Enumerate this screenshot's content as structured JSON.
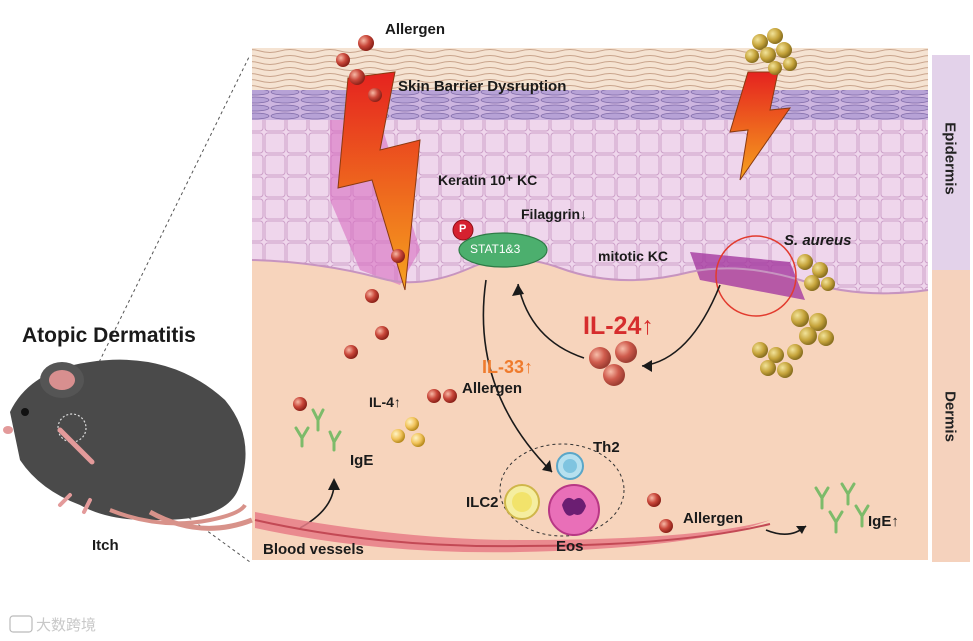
{
  "title": "Atopic Dermatitis",
  "mouse_label": "Itch",
  "labels": {
    "allergen_top": "Allergen",
    "skin_barrier": "Skin Barrier Dysruption",
    "keratin": "Keratin 10⁺ KC",
    "filaggrin": "Filaggrin↓",
    "stat": "STAT1&3",
    "p_badge": "P",
    "mitotic": "mitotic KC",
    "s_aureus": "S. aureus",
    "il24": "IL-24↑",
    "il33": "IL-33↑",
    "allergen_mid": "Allergen",
    "il4": "IL-4↑",
    "ige_left": "IgE",
    "th2": "Th2",
    "ilc2": "ILC2",
    "eos": "Eos",
    "allergen_bottom": "Allergen",
    "ige_right": "IgE↑",
    "blood_vessels": "Blood vessels"
  },
  "layers": {
    "epidermis": "Epidermis",
    "dermis": "Dermis"
  },
  "watermark": "大数跨境",
  "colors": {
    "dermis_bg": "#f7d4bc",
    "epidermis_bg": "#e8c9e4",
    "il24_red": "#d62d2d",
    "il33_orange": "#ef7b2d",
    "stat_green": "#4caf6e"
  }
}
